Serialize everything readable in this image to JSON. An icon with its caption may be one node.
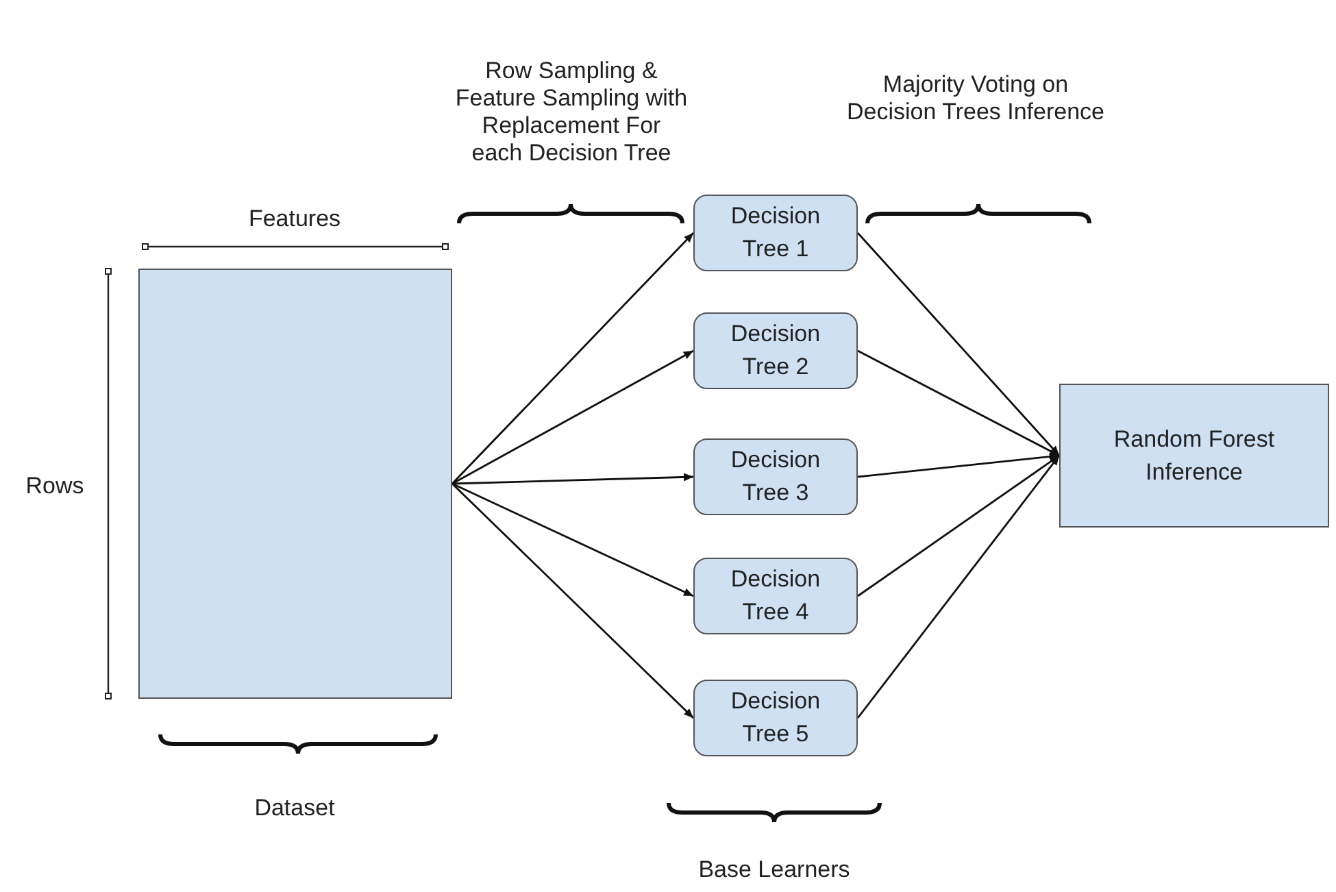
{
  "diagram": {
    "nodes": [
      {
        "text": [],
        "shape": "box"
      },
      {
        "text": [
          "Decision Tree 1"
        ]
      },
      {
        "text": [
          "Decision Tree 2"
        ]
      },
      {
        "text": [
          "Decision Tree 3"
        ]
      },
      {
        "text": [
          "Decision Tree 4"
        ]
      },
      {
        "text": [
          "Decision Tree 5"
        ]
      },
      {
        "text": [
          "Random Forest Inference"
        ]
      }
    ],
    "edges": [
      {
        "from": 0,
        "to": 1,
        "arrow": "to"
      },
      {
        "from": 0,
        "to": 2,
        "arrow": "to"
      },
      {
        "from": 0,
        "to": 3,
        "arrow": "to"
      },
      {
        "from": 0,
        "to": 4,
        "arrow": "to"
      },
      {
        "from": 0,
        "to": 5,
        "arrow": "to"
      },
      {
        "from": 1,
        "to": 6,
        "arrow": "to"
      },
      {
        "from": 2,
        "to": 6,
        "arrow": "to"
      },
      {
        "from": 3,
        "to": 6,
        "arrow": "to"
      },
      {
        "from": 4,
        "to": 6,
        "arrow": "to"
      },
      {
        "from": 5,
        "to": 6,
        "arrow": "to"
      }
    ],
    "labels": [
      "Row Sampling & Feature Sampling with Replacement For each Decision Tree",
      "Majority Voting on Decision Trees Inference",
      "Features",
      "Rows",
      "Dataset",
      "Base Learners"
    ]
  }
}
